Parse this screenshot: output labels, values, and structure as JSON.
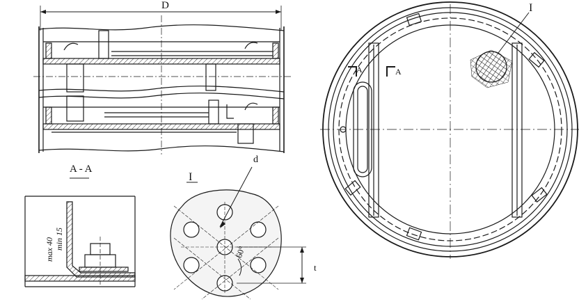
{
  "labels": {
    "diameter": "D",
    "section": "A - A",
    "detail_ref_left": "I",
    "detail_ref_right": "I",
    "hole_diameter": "d",
    "pitch": "t",
    "angle": "60°",
    "section_mark_left": "A",
    "section_mark_right": "A",
    "dim_max": "max 40",
    "dim_min": "min 15"
  }
}
